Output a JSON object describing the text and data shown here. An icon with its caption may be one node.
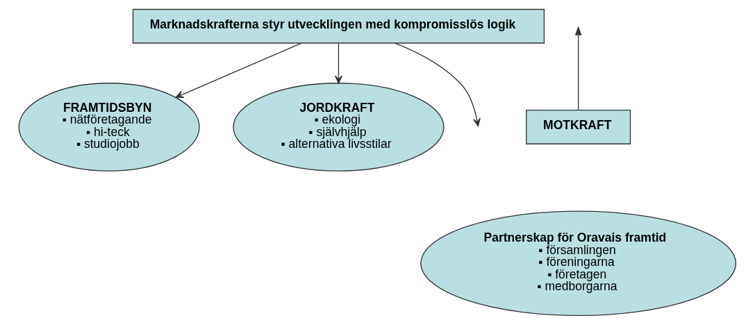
{
  "diagram": {
    "nodes": [
      {
        "text": [
          "Marknadskrafterna styr utvecklingen med kompromisslös logik"
        ]
      },
      {
        "text": [
          "FRAMTIDSBYN",
          "▪ nätföretagande",
          "▪ hi-teck",
          "▪ studiojobb"
        ]
      },
      {
        "text": [
          "MOTKRAFT"
        ]
      },
      {
        "text": [
          "Partnerskap för Oravais framtid",
          "▪ församlingen",
          "▪ föreningarna",
          "▪ företagen",
          "▪ medborgarna"
        ]
      },
      {
        "text": [
          "JORDKRAFT",
          "▪ ekologi",
          "▪ självhjälp",
          "▪ alternativa livsstilar"
        ]
      }
    ],
    "edges": [
      {
        "from": 0,
        "to": 1,
        "arrow": "to"
      },
      {
        "from": 0,
        "to": null,
        "arrow": "to"
      },
      {
        "from": 2,
        "to": null,
        "arrow": "to"
      },
      {
        "from": 0,
        "to": 4,
        "arrow": "to"
      }
    ]
  }
}
